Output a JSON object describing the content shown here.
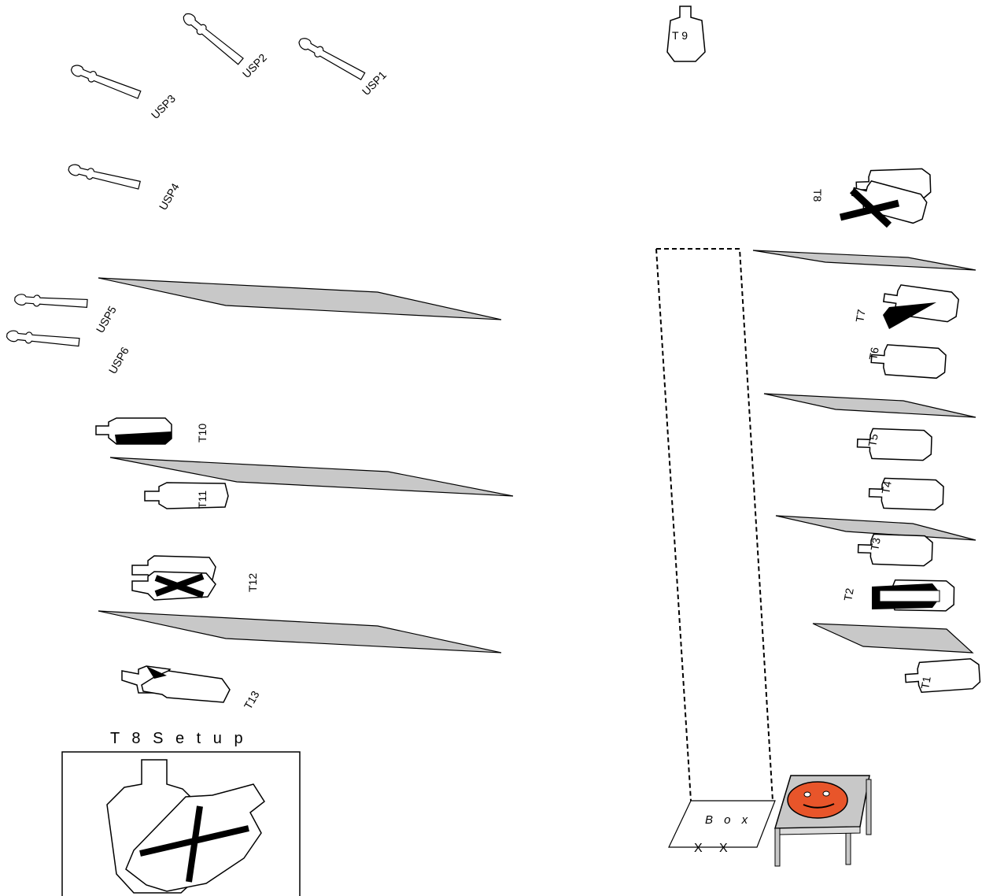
{
  "targets": {
    "t1": "T1",
    "t2": "T2",
    "t3": "T3",
    "t4": "T4",
    "t5": "T5",
    "t6": "T6",
    "t7": "T7",
    "t8": "T8",
    "t9": "T 9",
    "t10": "T10",
    "t11": "T11",
    "t12": "T12",
    "t13": "T13"
  },
  "props": {
    "usp1": "USP1",
    "usp2": "USP2",
    "usp3": "USP3",
    "usp4": "USP4",
    "usp5": "USP5",
    "usp6": "USP6"
  },
  "box": {
    "label": "B o x",
    "marks": [
      "X",
      "X"
    ]
  },
  "inset": {
    "title": "T 8  S e t u p"
  },
  "colors": {
    "barrel_fill": "#c8c8c8",
    "face_fill": "#e8552a",
    "table_fill": "#c8c8c8",
    "target_fill": "#ffffff",
    "no_shoot": "#000000"
  },
  "icons": {
    "shooter": "smiley-face-icon",
    "table": "table-icon"
  }
}
